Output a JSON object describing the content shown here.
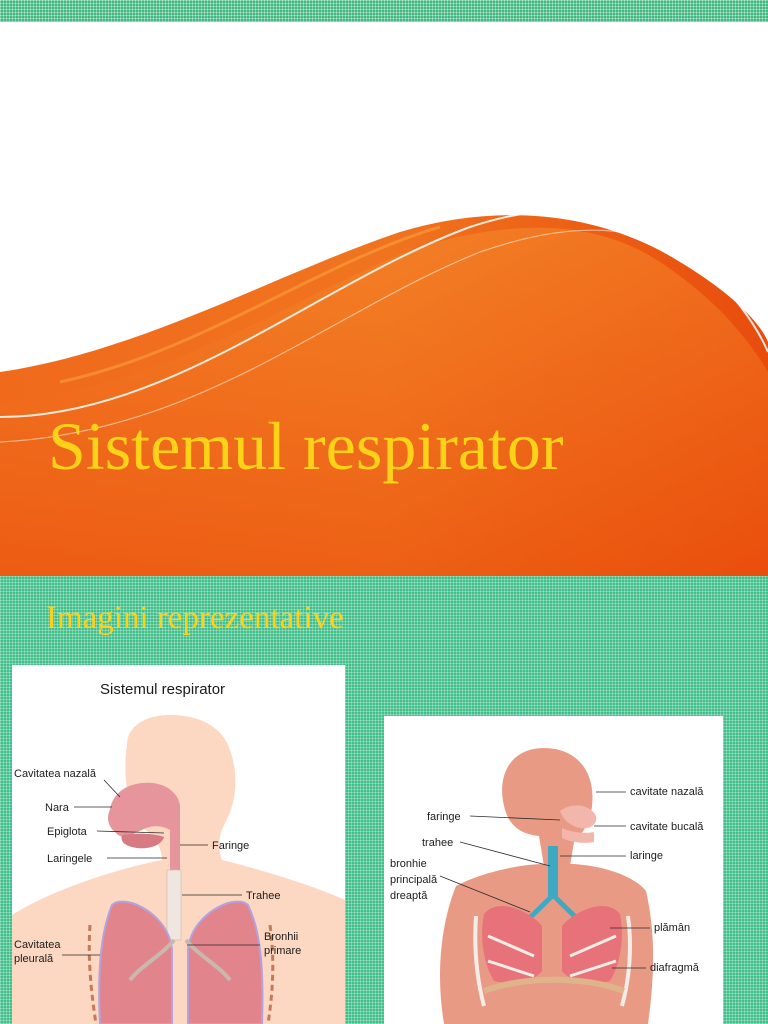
{
  "slide1": {
    "title": "Sistemul respirator"
  },
  "slide2": {
    "heading": "Imagini reprezentative",
    "left_diagram": {
      "title": "Sistemul   respirator",
      "labels": {
        "nasal_cavity": "Cavitatea nazală",
        "nostril": "Nara",
        "epiglottis": "Epiglota",
        "larynx": "Laringele",
        "pleural_cavity_1": "Cavitatea",
        "pleural_cavity_2": "pleurală",
        "pharynx": "Faringe",
        "trachea": "Trahee",
        "bronchi_1": "Bronhii",
        "bronchi_2": "primare"
      }
    },
    "right_diagram": {
      "labels": {
        "pharynx": "faringe",
        "trachea": "trahee",
        "bronchus_1": "bronhie",
        "bronchus_2": "principală",
        "bronchus_3": "dreaptă",
        "nasal_cavity": "cavitate nazală",
        "oral_cavity": "cavitate bucală",
        "larynx": "laringe",
        "lung": "plămân",
        "diaphragm": "diafragmă"
      }
    }
  },
  "colors": {
    "title_yellow": "#ffd21a",
    "orange": "#ee5a12",
    "green_pattern": "#41bf8b"
  }
}
